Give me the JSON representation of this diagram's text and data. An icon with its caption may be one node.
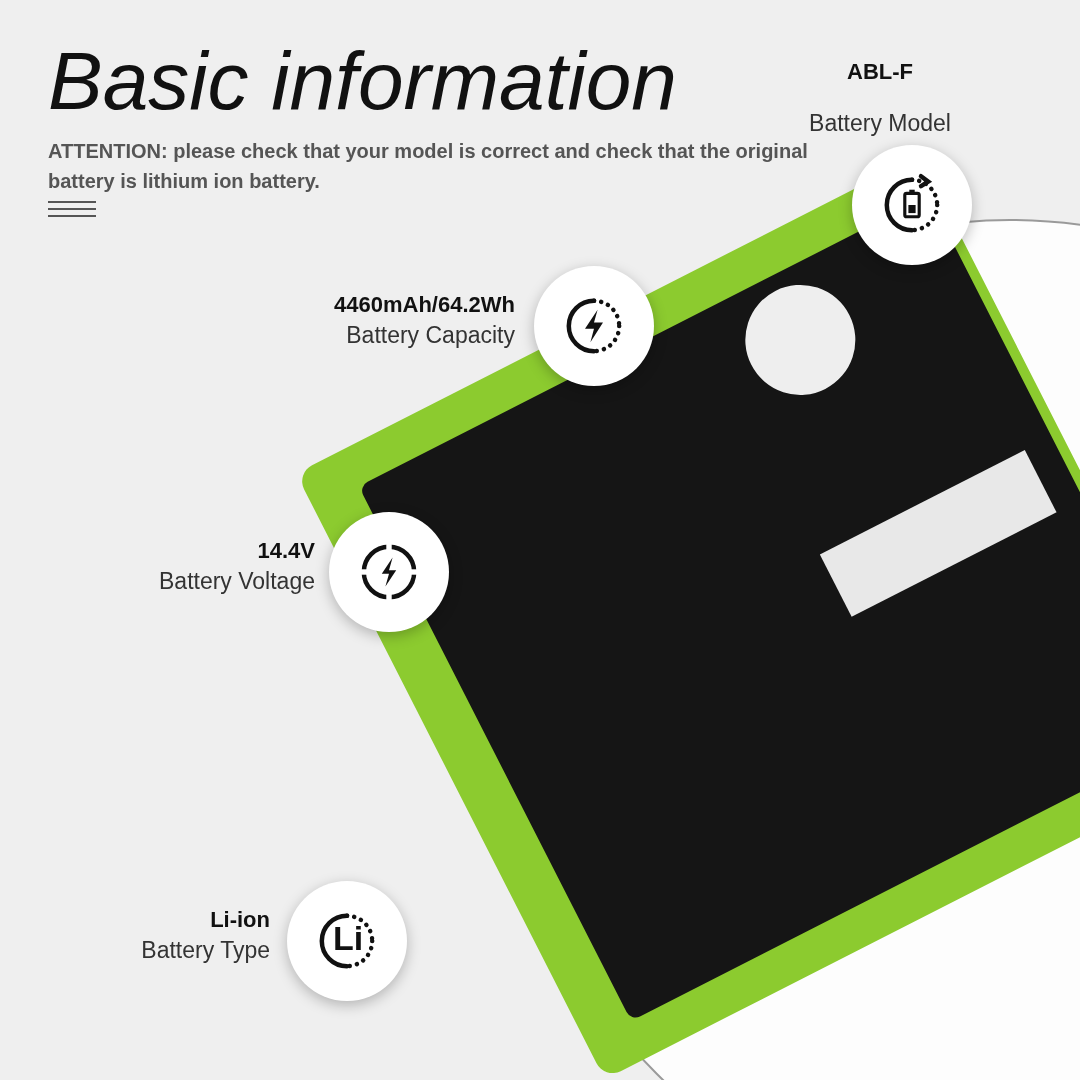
{
  "diagram": {
    "title": "Basic information",
    "labels": [
      "ATTENTION: please check that your model is correct and check that the original battery is lithium ion battery.",
      "ABL-F",
      "Battery Model",
      "4460mAh/64.2Wh",
      "Battery Capacity",
      "14.4V",
      "Battery Voltage",
      "Li-ion",
      "Battery Type",
      "Li"
    ]
  }
}
